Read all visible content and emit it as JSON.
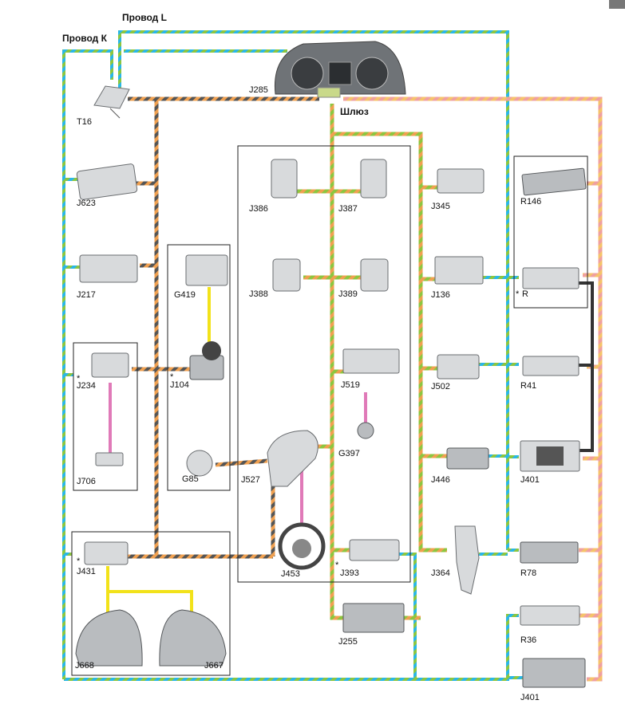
{
  "labels": {
    "wire_k": "Провод К",
    "wire_l": "Провод L",
    "gateway": "Шлюз",
    "T16": "T16",
    "J285": "J285",
    "J623": "J623",
    "J217": "J217",
    "J234": "J234",
    "J706": "J706",
    "J431": "J431",
    "J668": "J668",
    "J667": "J667",
    "G419": "G419",
    "J104": "J104",
    "G85": "G85",
    "J386": "J386",
    "J387": "J387",
    "J388": "J388",
    "J389": "J389",
    "J519": "J519",
    "G397": "G397",
    "J527": "J527",
    "J453": "J453",
    "J393": "J393",
    "J255": "J255",
    "J345": "J345",
    "J136": "J136",
    "J502": "J502",
    "J446": "J446",
    "J364": "J364",
    "R146": "R146",
    "R": "R",
    "R41": "R41",
    "J401a": "J401",
    "R78": "R78",
    "R36": "R36",
    "J401b": "J401",
    "star": "*"
  },
  "colors": {
    "drivetrain_can": [
      "#f0a050",
      "#555555"
    ],
    "comfort_can": [
      "#f0a050",
      "#8dc63f"
    ],
    "infotainment_can": [
      "#f0a0a0",
      "#f5c36b"
    ],
    "diagnostic_k": [
      "#2ab7e8",
      "#8dc63f"
    ],
    "lin_yellow": "#f2e21a",
    "lin_pink": "#e07ab8",
    "most_dark": "#333333"
  }
}
